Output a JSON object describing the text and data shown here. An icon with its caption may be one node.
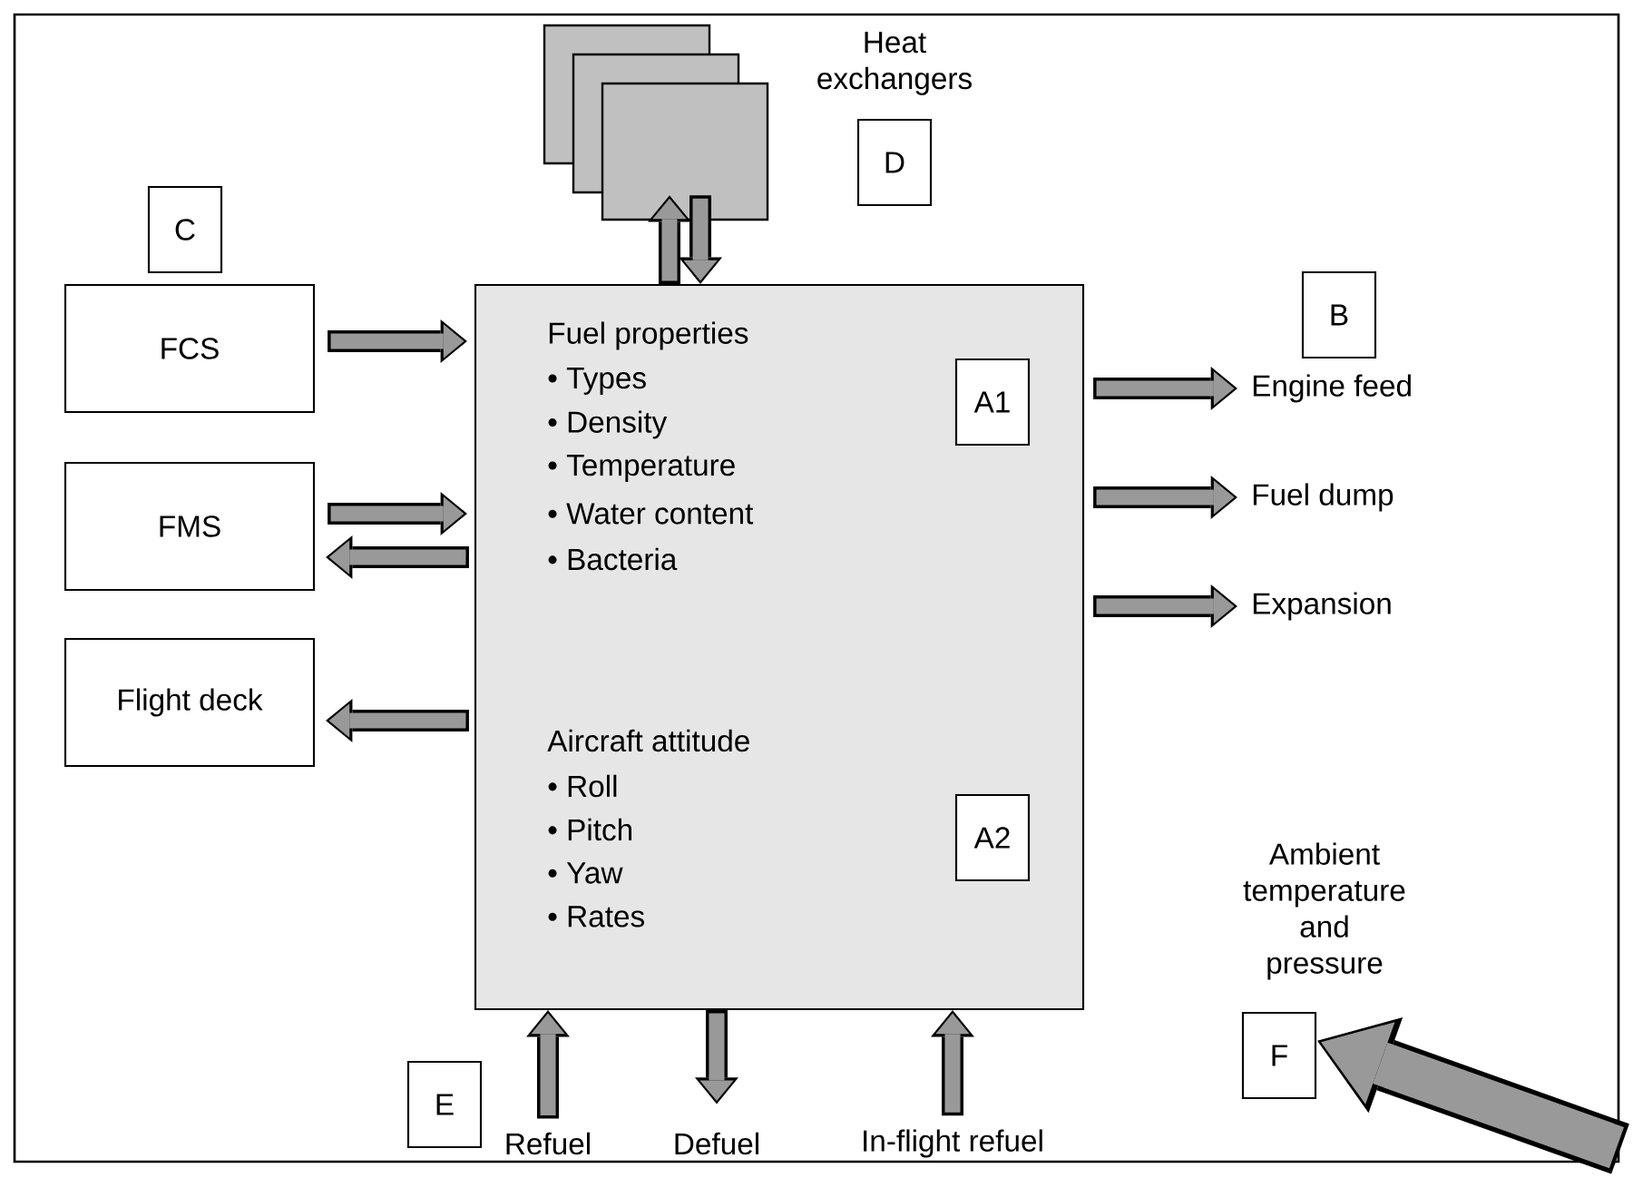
{
  "diagram": {
    "nodes": [
      {
        "text": [
          "Fuel properties",
          "• Types",
          "• Density",
          "• Temperature",
          "• Water content",
          "• Bacteria",
          "Aircraft attitude",
          "• Roll",
          "• Pitch",
          "• Yaw",
          "• Rates"
        ]
      },
      {
        "text": [
          "A1"
        ],
        "in": 0
      },
      {
        "text": [
          "A2"
        ],
        "in": 0
      },
      {
        "text": [],
        "shape": "box"
      },
      {
        "text": [
          "FCS"
        ]
      },
      {
        "text": [
          "FMS"
        ]
      },
      {
        "text": [
          "Flight deck"
        ]
      },
      {
        "text": [
          "Engine feed"
        ]
      },
      {
        "text": [
          "Fuel dump"
        ]
      },
      {
        "text": [
          "Expansion"
        ]
      },
      {
        "text": [
          "Refuel"
        ]
      },
      {
        "text": [
          "Defuel"
        ]
      },
      {
        "text": [
          "In-flight refuel"
        ]
      },
      {
        "text": [
          "Ambient temperature and pressure"
        ]
      },
      {
        "text": [
          "C"
        ]
      },
      {
        "text": [
          "B"
        ]
      },
      {
        "text": [
          "D"
        ]
      },
      {
        "text": [
          "E"
        ]
      },
      {
        "text": [
          "F"
        ]
      }
    ],
    "edges": [
      {
        "from": 0,
        "to": 3,
        "arrow": "to"
      },
      {
        "from": 3,
        "to": 0,
        "arrow": "to"
      },
      {
        "from": 4,
        "to": 0,
        "arrow": "to"
      },
      {
        "from": 5,
        "to": 0,
        "arrow": "to"
      },
      {
        "from": 0,
        "to": 5,
        "arrow": "to"
      },
      {
        "from": 0,
        "to": 6,
        "arrow": "to"
      },
      {
        "from": 0,
        "to": 7,
        "arrow": "to"
      },
      {
        "from": 0,
        "to": 8,
        "arrow": "to"
      },
      {
        "from": 0,
        "to": 9,
        "arrow": "to"
      },
      {
        "from": 10,
        "to": 0,
        "arrow": "to"
      },
      {
        "from": 0,
        "to": 11,
        "arrow": "to"
      },
      {
        "from": 12,
        "to": 0,
        "arrow": "to"
      },
      {
        "from": null,
        "to": 13,
        "arrow": "to",
        "style": "thick",
        "color": "#999999"
      }
    ],
    "labels": [
      "Heat exchangers"
    ]
  }
}
